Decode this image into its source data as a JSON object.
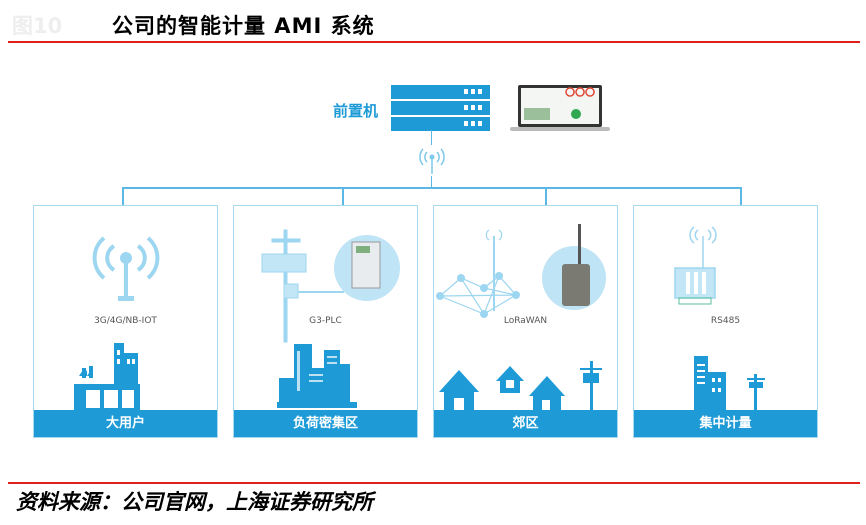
{
  "header": {
    "figure_label": "图10",
    "title": "公司的智能计量 AMI 系统"
  },
  "diagram": {
    "head_end": {
      "label": "前置机"
    },
    "colors": {
      "primary": "#1e9bd7",
      "light": "#a9d9ef",
      "rule": "#e0201b"
    },
    "panels": [
      {
        "protocol": "3G/4G/NB-IOT",
        "category": "大用户",
        "icon": "antenna-factory-icon"
      },
      {
        "protocol": "G3-PLC",
        "category": "负荷密集区",
        "icon": "pole-meter-city-icon"
      },
      {
        "protocol": "LoRaWAN",
        "category": "郊区",
        "icon": "mesh-gateway-houses-icon"
      },
      {
        "protocol": "RS485",
        "category": "集中计量",
        "icon": "concentrator-building-icon"
      }
    ]
  },
  "footer": {
    "source": "资料来源：公司官网，上海证券研究所"
  }
}
